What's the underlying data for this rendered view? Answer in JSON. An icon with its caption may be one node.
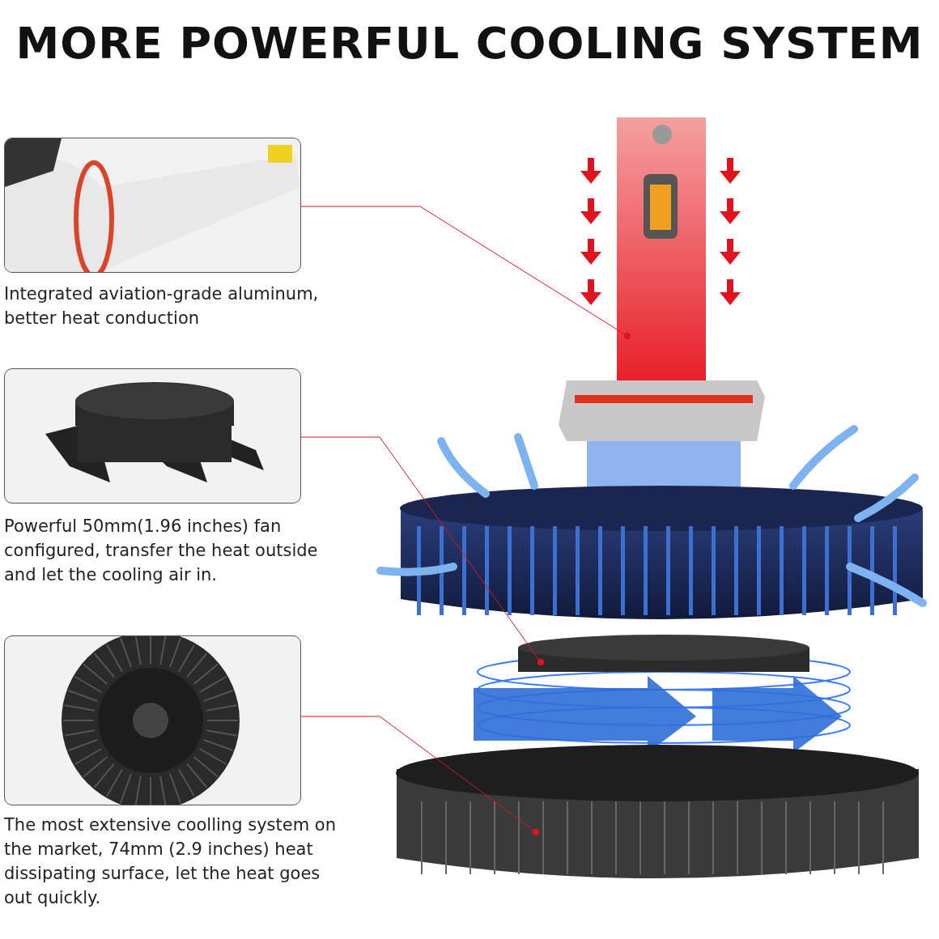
{
  "diagram": {
    "title": "MORE POWERFUL COOLING SYSTEM",
    "nodes": [
      {
        "text": [
          "Integrated aviation-grade aluminum, better heat conduction"
        ]
      },
      {
        "text": [
          "Powerful 50mm(1.96 inches) fan configured, transfer the heat outside and let the cooling air in."
        ]
      },
      {
        "text": [
          "The most extensive coolling system on the market, 74mm (2.9 inches) heat dissipating surface, let the heat goes out quickly."
        ]
      },
      {
        "text": [],
        "shape": "picture"
      },
      {
        "text": [],
        "shape": "picture"
      },
      {
        "text": [],
        "shape": "picture"
      }
    ],
    "edges": [
      {
        "from": 0,
        "to": 3,
        "arrow": "other"
      },
      {
        "from": 1,
        "to": 4,
        "arrow": "other"
      },
      {
        "from": 2,
        "to": 5,
        "arrow": "other"
      }
    ]
  }
}
